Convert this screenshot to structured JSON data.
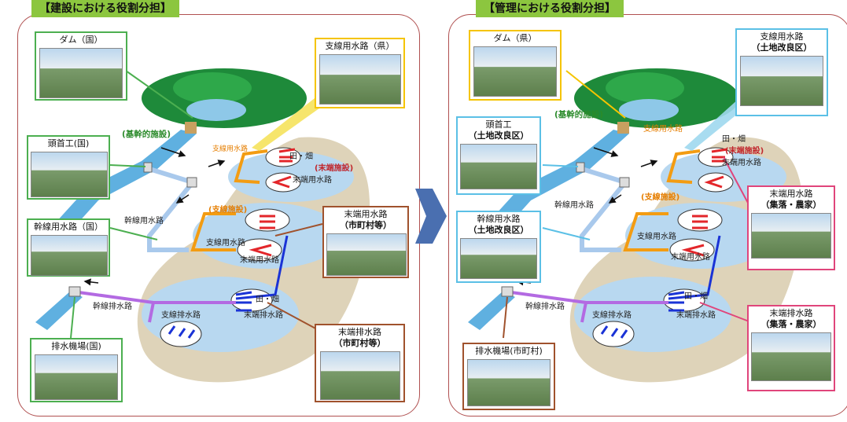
{
  "left": {
    "title": "【建設における役割分担】",
    "dam": {
      "label": "ダム（国）"
    },
    "headworks": {
      "label": "頭首工(国)"
    },
    "main_canal": {
      "label": "幹線用水路（国）"
    },
    "drain_pump": {
      "label": "排水機場(国)"
    },
    "branch_canal": {
      "label": "支線用水路（県）"
    },
    "end_canal": {
      "label": "末端用水路",
      "sub": "（市町村等）"
    },
    "end_drain": {
      "label": "末端排水路",
      "sub": "（市町村等）"
    },
    "texts": {
      "kikan": "(基幹的施設)",
      "shisen_small": "支線用水路",
      "tanbo": "田・畑",
      "mattan_shisetsu": "(末端施設)",
      "mattan_yousui_a": "末端用水路",
      "kansen_yousui": "幹線用水路",
      "shisen_shisetsu": "(支線施設)",
      "shisen_yousui_b": "支線用水路",
      "mattan_yousui_b": "末端用水路",
      "tanbo2": "田・畑",
      "kansen_haisui": "幹線排水路",
      "shisen_haisui": "支線排水路",
      "mattan_haisui": "末端排水路"
    }
  },
  "right": {
    "title": "【管理における役割分担】",
    "dam": {
      "label": "ダム（県）"
    },
    "headworks": {
      "label": "頭首工",
      "sub": "（土地改良区）"
    },
    "main_canal": {
      "label": "幹線用水路",
      "sub": "（土地改良区）"
    },
    "drain_pump": {
      "label": "排水機場(市町村)"
    },
    "branch_canal": {
      "label": "支線用水路",
      "sub": "（土地改良区）"
    },
    "end_canal": {
      "label": "末端用水路",
      "sub": "（集落・農家）"
    },
    "end_drain": {
      "label": "末端排水路",
      "sub": "（集落・農家）"
    },
    "texts": {
      "kikan": "(基幹的施設)",
      "shisen_small": "支線用水路",
      "tanbo": "田・畑",
      "mattan_shisetsu": "(末端施設)",
      "mattan_yousui_a": "末端用水路",
      "kansen_yousui": "幹線用水路",
      "shisen_shisetsu": "(支線施設)",
      "shisen_yousui_b": "支線用水路",
      "mattan_yousui_b": "末端用水路",
      "tanbo2": "田・畑",
      "kansen_haisui": "幹線排水路",
      "shisen_haisui": "支線排水路",
      "mattan_haisui": "末端排水路"
    }
  },
  "colors": {
    "green": "#4caf50",
    "yellow": "#f5c400",
    "cyan": "#5bc0e6",
    "brown": "#a0522d",
    "pink": "#e0457b",
    "orange": "#f39c12",
    "purple": "#b36ae2",
    "blue": "#1a33d6",
    "red": "#e3262a"
  }
}
